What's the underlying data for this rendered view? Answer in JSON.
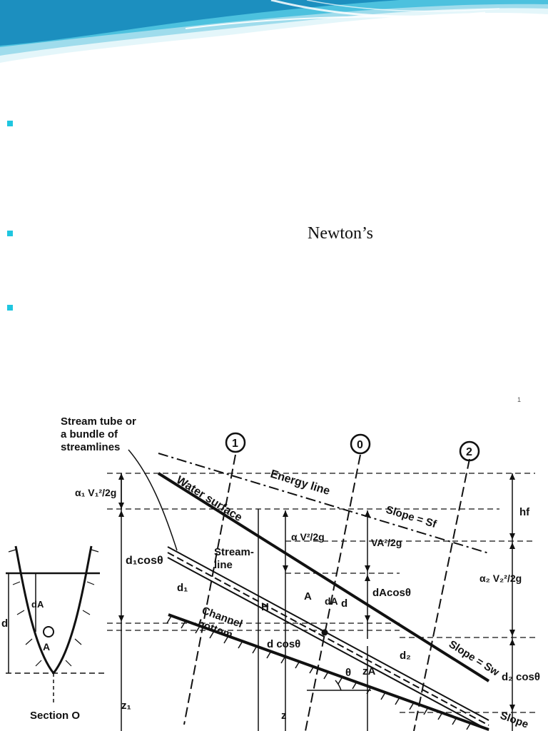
{
  "slide": {
    "partial_text": "Newton’s",
    "page_number": "1"
  },
  "figure": {
    "labels": {
      "stream_tube": [
        "Stream tube or",
        "a bundle of",
        "streamlines"
      ],
      "section_1": "1",
      "section_0": "0",
      "section_2": "2",
      "energy_line": "Energy line",
      "slope_sf": "Slope = Sf",
      "water_surface": "Water surface",
      "streamline": [
        "Stream-",
        "line"
      ],
      "channel_bottom": [
        "Channel",
        "bottom"
      ],
      "slope_sw": "Slope = Sw",
      "slope_bottom": "Slope",
      "hf": "hf",
      "alpha1_v1": "α₁ V₁²/2g",
      "alpha_v": "α V²/2g",
      "va": "VA²/2g",
      "alpha2_v2": "α₂ V₂²/2g",
      "d1cos": "d₁cosθ",
      "dacos": "dAcosθ",
      "dcos": "d cosθ",
      "d2cos": "d₂ cosθ",
      "d1": "d₁",
      "d2": "d₂",
      "da": "dA",
      "d": "d",
      "H": "H",
      "A": "A",
      "za": "zA",
      "z": "z",
      "z1": "z₁",
      "theta": "θ",
      "section_label": "Section O",
      "sec_d": "d",
      "sec_da": "dA",
      "sec_a": "A"
    }
  }
}
